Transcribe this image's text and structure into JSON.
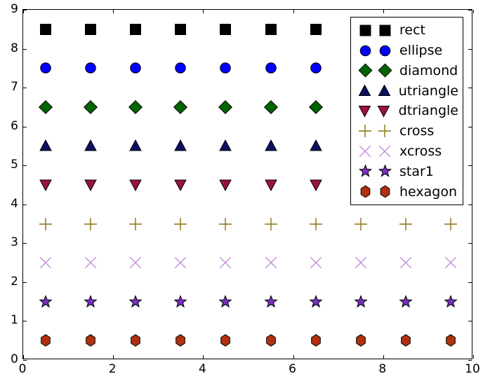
{
  "chart_data": {
    "type": "scatter",
    "title": "",
    "xlabel": "",
    "ylabel": "",
    "xlim": [
      0,
      10
    ],
    "ylim": [
      0,
      9
    ],
    "grid": false,
    "legend_position": "upper right",
    "xticks": [
      0,
      2,
      4,
      6,
      8,
      10
    ],
    "xtick_labels": [
      "0",
      "2",
      "4",
      "6",
      "8",
      "10"
    ],
    "yticks": [
      0,
      1,
      2,
      3,
      4,
      5,
      6,
      7,
      8,
      9
    ],
    "ytick_labels": [
      "0",
      "1",
      "2",
      "3",
      "4",
      "5",
      "6",
      "7",
      "8",
      "9"
    ],
    "x": [
      0.5,
      1.5,
      2.5,
      3.5,
      4.5,
      5.5,
      6.5,
      7.5,
      8.5,
      9.5
    ],
    "series": [
      {
        "name": "rect",
        "marker": "square",
        "color": "#000000",
        "edge_color": "#000000",
        "size": 17,
        "y_value": 8.5,
        "values": [
          8.5,
          8.5,
          8.5,
          8.5,
          8.5,
          8.5,
          8.5,
          8.5,
          8.5,
          8.5
        ]
      },
      {
        "name": "ellipse",
        "marker": "circle",
        "color": "#0000ff",
        "edge_color": "#000000",
        "size": 17,
        "y_value": 7.5,
        "values": [
          7.5,
          7.5,
          7.5,
          7.5,
          7.5,
          7.5,
          7.5,
          7.5,
          7.5,
          7.5
        ]
      },
      {
        "name": "diamond",
        "marker": "diamond",
        "color": "#006400",
        "edge_color": "#000000",
        "size": 21,
        "y_value": 6.5,
        "values": [
          6.5,
          6.5,
          6.5,
          6.5,
          6.5,
          6.5,
          6.5,
          6.5,
          6.5,
          6.5
        ]
      },
      {
        "name": "utriangle",
        "marker": "triangle-up",
        "color": "#0a1060",
        "edge_color": "#000000",
        "size": 19,
        "y_value": 5.5,
        "values": [
          5.5,
          5.5,
          5.5,
          5.5,
          5.5,
          5.5,
          5.5,
          5.5,
          5.5,
          5.5
        ]
      },
      {
        "name": "dtriangle",
        "marker": "triangle-down",
        "color": "#9b1242",
        "edge_color": "#000000",
        "size": 19,
        "y_value": 4.5,
        "values": [
          4.5,
          4.5,
          4.5,
          4.5,
          4.5,
          4.5,
          4.5,
          4.5,
          4.5,
          4.5
        ]
      },
      {
        "name": "cross",
        "marker": "plus",
        "color": "#8b7010",
        "edge_color": "#8b7010",
        "size": 20,
        "y_value": 3.5,
        "values": [
          3.5,
          3.5,
          3.5,
          3.5,
          3.5,
          3.5,
          3.5,
          3.5,
          3.5,
          3.5
        ]
      },
      {
        "name": "xcross",
        "marker": "x",
        "color": "#c58fd8",
        "edge_color": "#c58fd8",
        "size": 20,
        "y_value": 2.5,
        "values": [
          2.5,
          2.5,
          2.5,
          2.5,
          2.5,
          2.5,
          2.5,
          2.5,
          2.5,
          2.5
        ]
      },
      {
        "name": "star1",
        "marker": "star",
        "color": "#7b2fbe",
        "edge_color": "#000000",
        "size": 19,
        "y_value": 1.5,
        "values": [
          1.5,
          1.5,
          1.5,
          1.5,
          1.5,
          1.5,
          1.5,
          1.5,
          1.5,
          1.5
        ]
      },
      {
        "name": "hexagon",
        "marker": "hexagon",
        "color": "#b03010",
        "edge_color": "#000000",
        "size": 19,
        "y_value": 0.5,
        "values": [
          0.5,
          0.5,
          0.5,
          0.5,
          0.5,
          0.5,
          0.5,
          0.5,
          0.5,
          0.5
        ]
      }
    ]
  },
  "legend": {
    "entries": [
      {
        "label": "rect"
      },
      {
        "label": "ellipse"
      },
      {
        "label": "diamond"
      },
      {
        "label": "utriangle"
      },
      {
        "label": "dtriangle"
      },
      {
        "label": "cross"
      },
      {
        "label": "xcross"
      },
      {
        "label": "star1"
      },
      {
        "label": "hexagon"
      }
    ]
  }
}
